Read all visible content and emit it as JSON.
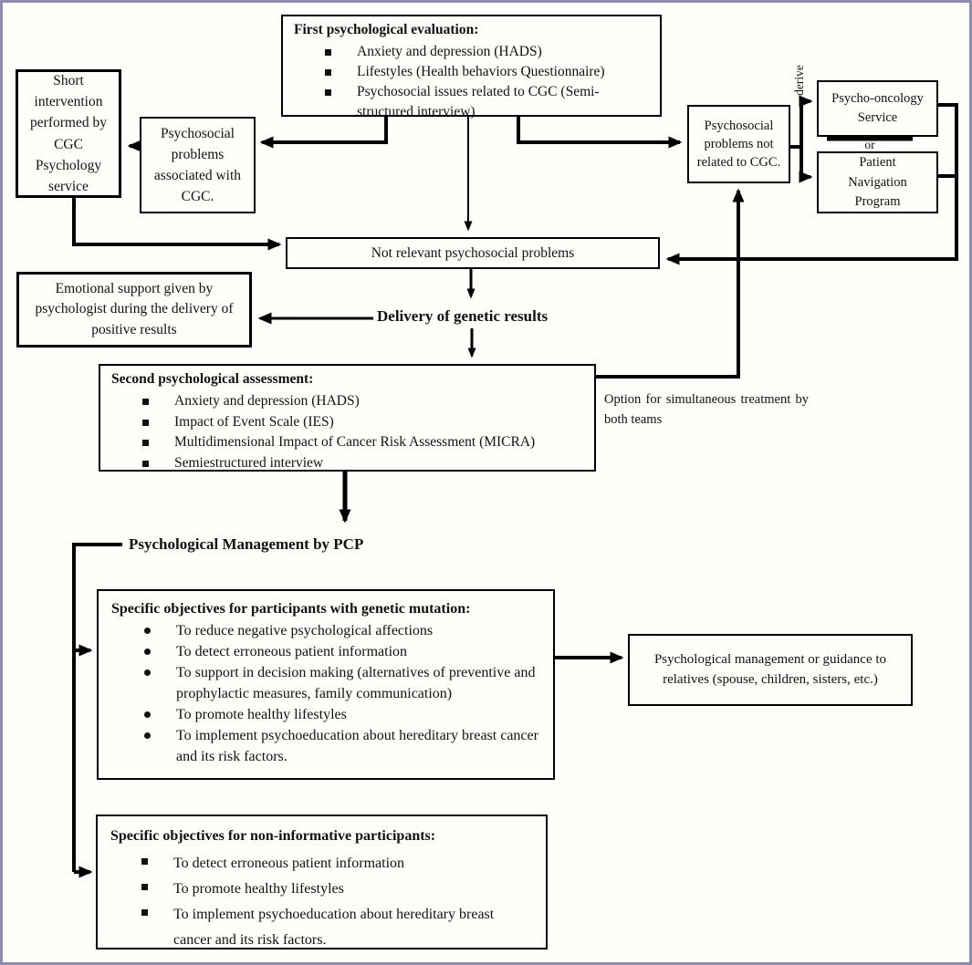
{
  "figure": {
    "boxes": {
      "first_evaluation": {
        "title": "First psychological evaluation:",
        "items": [
          "Anxiety and depression (HADS)",
          "Lifestyles (Health behaviors Questionnaire)",
          "Psychosocial issues related to CGC (Semi-structured interview)"
        ]
      },
      "short_intervention": {
        "text": "Short intervention performed by CGC Psychology service"
      },
      "problems_associated": {
        "text": "Psychosocial problems associated with CGC."
      },
      "problems_not_related": {
        "text": "Psychosocial problems not related to CGC."
      },
      "psycho_oncology": {
        "text": "Psycho-oncology Service"
      },
      "patient_navigation": {
        "text": "Patient Navigation Program"
      },
      "not_relevant": {
        "text": "Not relevant psychosocial problems"
      },
      "emotional_support": {
        "text": "Emotional support given by psychologist during the delivery of positive results"
      },
      "second_assessment": {
        "title": "Second psychological assessment:",
        "items": [
          "Anxiety and depression (HADS)",
          "Impact of Event Scale (IES)",
          "Multidimensional Impact of Cancer Risk Assessment (MICRA)",
          "Semiestructured interview"
        ]
      },
      "mutation_objectives": {
        "title": "Specific objectives for participants with genetic mutation:",
        "items": [
          "To reduce negative psychological affections",
          "To detect erroneous patient information",
          "To support in decision making (alternatives of preventive and prophylactic measures, family communication)",
          "To promote healthy lifestyles",
          "To implement psychoeducation about hereditary breast cancer and its risk factors."
        ]
      },
      "relatives_management": {
        "text": "Psychological management or guidance to relatives (spouse, children, sisters, etc.)"
      },
      "non_informative_objectives": {
        "title": "Specific objectives for non-informative participants:",
        "items": [
          "To detect erroneous patient information",
          "To promote healthy lifestyles",
          "To implement psychoeducation about hereditary breast cancer and its risk factors."
        ]
      }
    },
    "labels": {
      "derive": "derive",
      "or": "or",
      "simultaneous_option": "Option for simultaneous treatment by both teams",
      "delivery": "Delivery of genetic results",
      "pcp_management": "Psychological Management by PCP"
    },
    "colors": {
      "line": "#000000",
      "frame": "#8d8bae",
      "background": "#fffefb"
    }
  }
}
